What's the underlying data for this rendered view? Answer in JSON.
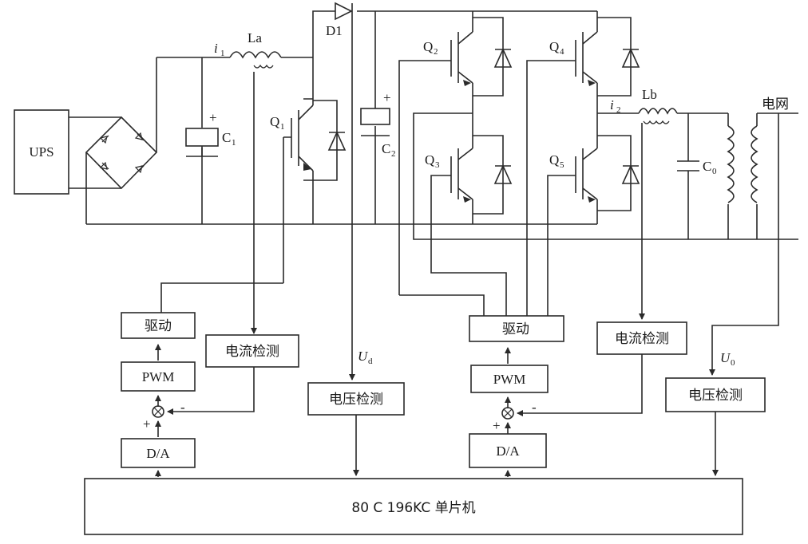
{
  "sources": {
    "ups": "UPS",
    "grid": "电网"
  },
  "components": {
    "La": "La",
    "Lb": "Lb",
    "D1": "D1",
    "C1": "C",
    "C1_sub": "1",
    "C2": "C",
    "C2_sub": "2",
    "C0": "C",
    "C0_sub": "0",
    "Q1": "Q",
    "Q1_sub": "1",
    "Q2": "Q",
    "Q2_sub": "2",
    "Q3": "Q",
    "Q3_sub": "3",
    "Q4": "Q",
    "Q4_sub": "4",
    "Q5": "Q",
    "Q5_sub": "5",
    "plus": "+"
  },
  "signals": {
    "i1": "i",
    "i1_sub": "1",
    "i2": "i",
    "i2_sub": "2",
    "Ud": "U",
    "Ud_sub": "d",
    "U0": "U",
    "U0_sub": "0"
  },
  "blocks": {
    "drive": "驱动",
    "pwm": "PWM",
    "da": "D/A",
    "current_detect": "电流检测",
    "voltage_detect": "电压检测",
    "mcu": "80 C 196KC 单片机"
  },
  "signs": {
    "plus": "+",
    "minus": "-"
  }
}
